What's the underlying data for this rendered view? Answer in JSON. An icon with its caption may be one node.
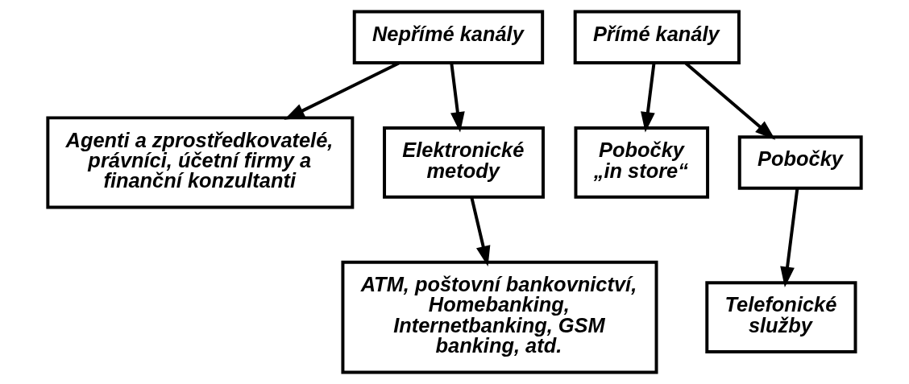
{
  "diagram": {
    "nodes": [
      {
        "text": [
          "Nepřímé kanály"
        ]
      },
      {
        "text": [
          "Přímé kanály"
        ]
      },
      {
        "text": [
          "Agenti a zprostředkovatelé, právníci, účetní firmy a finanční konzultanti"
        ]
      },
      {
        "text": [
          "Elektronické metody"
        ]
      },
      {
        "text": [
          "Pobočky „in store“"
        ]
      },
      {
        "text": [
          "Pobočky"
        ]
      },
      {
        "text": [
          "ATM, poštovní bankovnictví, Homebanking, Internetbanking, GSM banking, atd."
        ]
      },
      {
        "text": [
          "Telefonické služby"
        ]
      }
    ],
    "edges": [
      {
        "from": 0,
        "to": 2,
        "arrow": "to"
      },
      {
        "from": 0,
        "to": 3,
        "arrow": "to"
      },
      {
        "from": 1,
        "to": 4,
        "arrow": "to"
      },
      {
        "from": 1,
        "to": 5,
        "arrow": "to"
      },
      {
        "from": 3,
        "to": 6,
        "arrow": "to"
      },
      {
        "from": 5,
        "to": 7,
        "arrow": "to"
      }
    ]
  }
}
